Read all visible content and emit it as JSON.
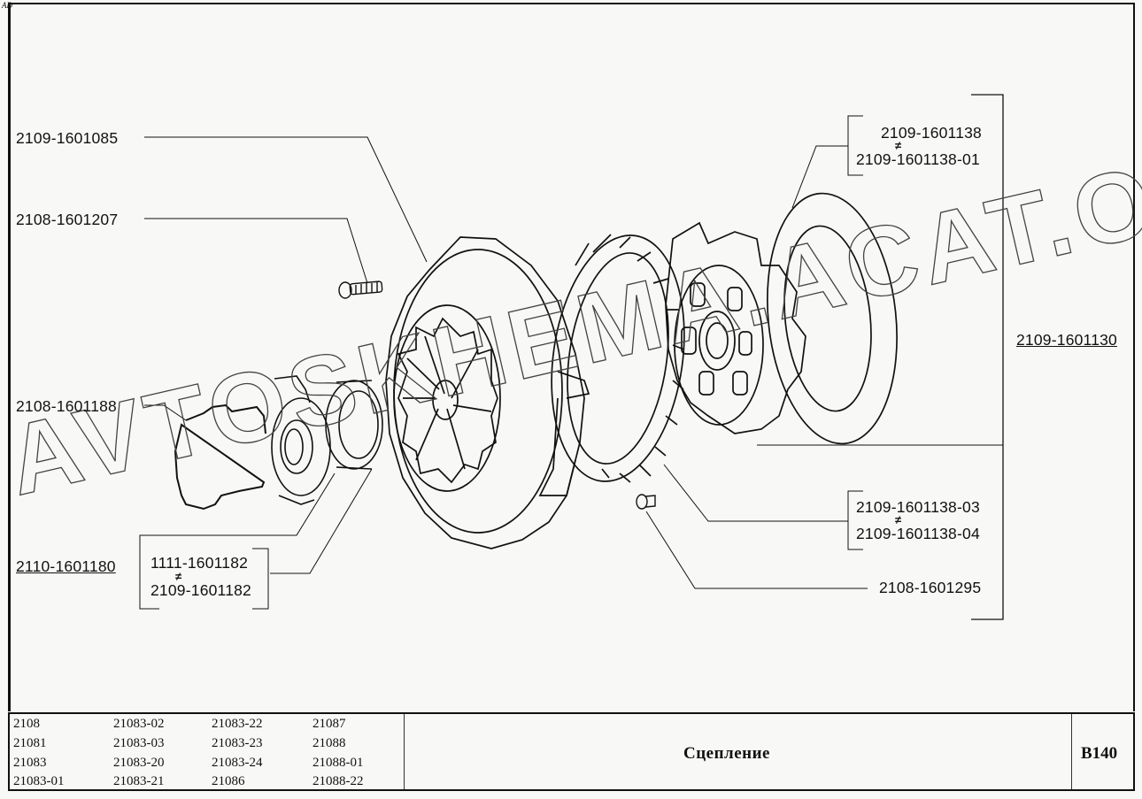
{
  "page": {
    "corner_mark": "AD",
    "watermark": "AVTOSKHEMA.ACAT.ONLINE"
  },
  "callouts": {
    "pressure_plate": "2109-1601085",
    "bolt": "2108-1601207",
    "release_spring": "2108-1601188",
    "release_bearing_assembly": "2110-1601180",
    "bearing_alt_1": "1111-1601182",
    "bearing_alt_2": "2109-1601182",
    "disc_lining_alt_1": "2109-1601138",
    "disc_lining_alt_2": "2109-1601138-01",
    "disc_assembly": "2109-1601130",
    "lining_alt_3": "2109-1601138-03",
    "lining_alt_4": "2109-1601138-04",
    "rivet": "2108-1601295",
    "interchange_symbol": "≠"
  },
  "footer": {
    "models": [
      [
        "2108",
        "21081",
        "21083",
        "21083-01"
      ],
      [
        "21083-02",
        "21083-03",
        "21083-20",
        "21083-21"
      ],
      [
        "21083-22",
        "21083-23",
        "21083-24",
        "21086"
      ],
      [
        "21087",
        "21088",
        "21088-01",
        "21088-22"
      ]
    ],
    "title": "Сцепление",
    "code": "B140"
  }
}
